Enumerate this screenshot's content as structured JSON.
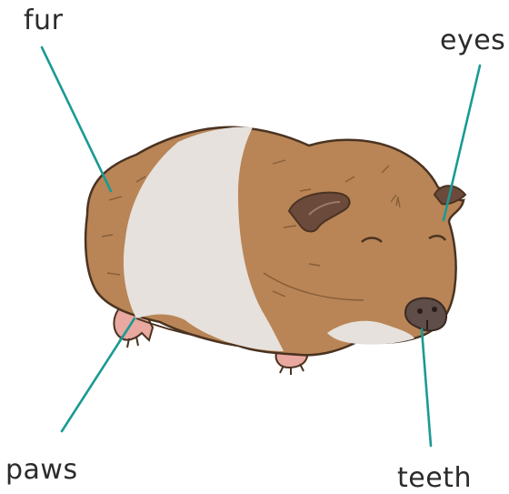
{
  "labels": {
    "fur": "fur",
    "eyes": "eyes",
    "paws": "paws",
    "teeth": "teeth"
  },
  "colors": {
    "leader_line": "#1a9a94",
    "fur_brown": "#b98556",
    "fur_white": "#e6e1dc",
    "outline": "#4a3321",
    "nose": "#5e4d48",
    "paw_pink": "#e9a8a0"
  }
}
